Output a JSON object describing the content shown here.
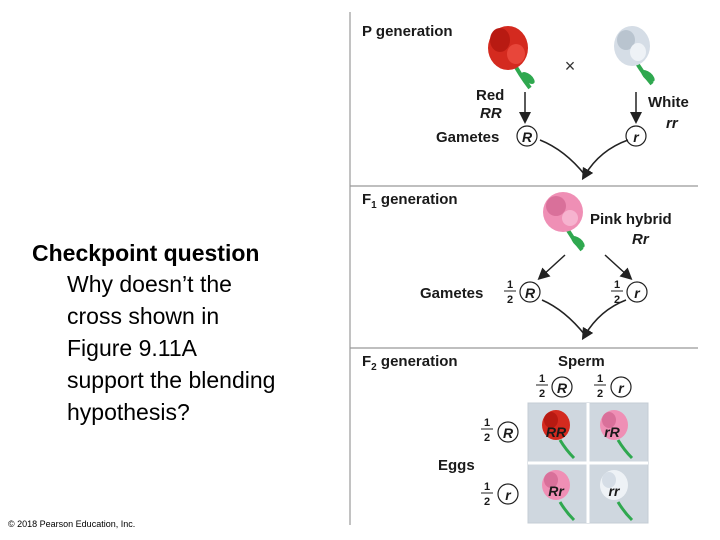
{
  "question": {
    "title": "Checkpoint question",
    "lines": [
      "Why doesn’t the",
      "cross shown in",
      "Figure 9.11A",
      "support the blending",
      "hypothesis?"
    ]
  },
  "copyright": "© 2018 Pearson Education, Inc.",
  "figure": {
    "p_generation": "P generation",
    "cross_symbol": "×",
    "red_label": "Red",
    "red_genotype": "RR",
    "white_label": "White",
    "white_genotype": "rr",
    "gametes_label": "Gametes",
    "allele_R": "R",
    "allele_r": "r",
    "f1_generation": "F",
    "f1_sub": "1",
    "generation_word": " generation",
    "pink_hybrid_label": "Pink hybrid",
    "pink_genotype": "Rr",
    "fraction_num": "1",
    "fraction_den": "2",
    "f2_generation": "F",
    "f2_sub": "2",
    "sperm_label": "Sperm",
    "eggs_label": "Eggs",
    "punnett": [
      [
        "RR",
        "rR"
      ],
      [
        "Rr",
        "rr"
      ]
    ]
  },
  "colors": {
    "red_flower": "#d42a1f",
    "white_flower": "#d5dde6",
    "pink_flower": "#ef8fb5",
    "stem": "#2fa84f",
    "punnett_bg": "#cfd7df"
  }
}
